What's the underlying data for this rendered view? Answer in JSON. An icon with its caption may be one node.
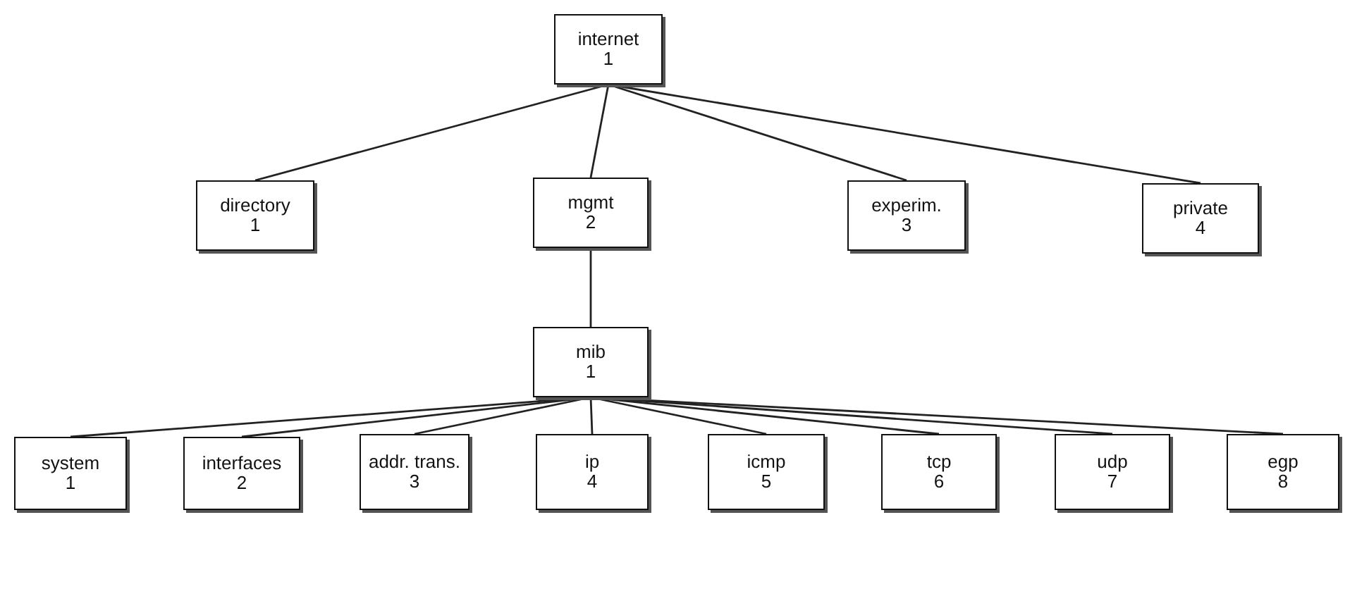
{
  "diagram": {
    "nodes": [
      {
        "text": [
          "internet",
          "1"
        ]
      },
      {
        "text": [
          "directory",
          "1"
        ]
      },
      {
        "text": [
          "mgmt",
          "2"
        ]
      },
      {
        "text": [
          "experim.",
          "3"
        ]
      },
      {
        "text": [
          "private",
          "4"
        ]
      },
      {
        "text": [
          "mib",
          "1"
        ]
      },
      {
        "text": [
          "system",
          "1"
        ]
      },
      {
        "text": [
          "interfaces",
          "2"
        ]
      },
      {
        "text": [
          "addr. trans.",
          "3"
        ]
      },
      {
        "text": [
          "ip",
          "4"
        ]
      },
      {
        "text": [
          "icmp",
          "5"
        ]
      },
      {
        "text": [
          "tcp",
          "6"
        ]
      },
      {
        "text": [
          "udp",
          "7"
        ]
      },
      {
        "text": [
          "egp",
          "8"
        ]
      }
    ],
    "edges": [
      {
        "from": 0,
        "to": 1,
        "arrow": "none"
      },
      {
        "from": 0,
        "to": 2,
        "arrow": "none"
      },
      {
        "from": 0,
        "to": 3,
        "arrow": "none"
      },
      {
        "from": 0,
        "to": 4,
        "arrow": "none"
      },
      {
        "from": 2,
        "to": 5,
        "arrow": "none"
      },
      {
        "from": 5,
        "to": 6,
        "arrow": "none"
      },
      {
        "from": 5,
        "to": 7,
        "arrow": "none"
      },
      {
        "from": 5,
        "to": 8,
        "arrow": "none"
      },
      {
        "from": 5,
        "to": 9,
        "arrow": "none"
      },
      {
        "from": 5,
        "to": 10,
        "arrow": "none"
      },
      {
        "from": 5,
        "to": 11,
        "arrow": "none"
      },
      {
        "from": 5,
        "to": 12,
        "arrow": "none"
      },
      {
        "from": 5,
        "to": 13,
        "arrow": "none"
      }
    ]
  }
}
